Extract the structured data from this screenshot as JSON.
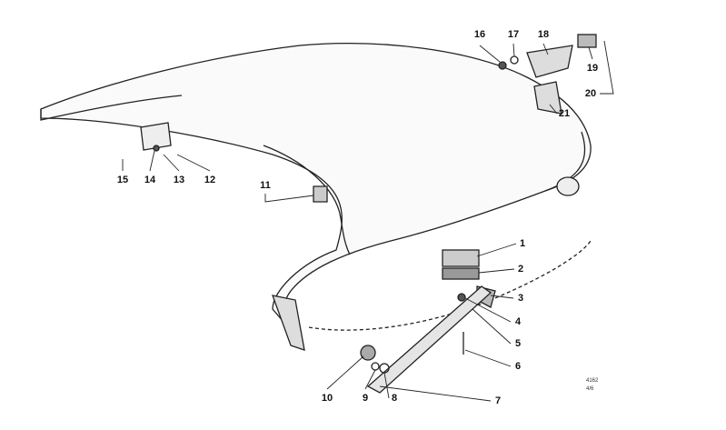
{
  "diagram": {
    "labels": {
      "p1": "1",
      "p2": "2",
      "p3": "3",
      "p4": "4",
      "p5": "5",
      "p6": "6",
      "p7": "7",
      "p8": "8",
      "p9": "9",
      "p10": "10",
      "p11": "11",
      "p12": "12",
      "p13": "13",
      "p14": "14",
      "p15": "15",
      "p16": "16",
      "p17": "17",
      "p18": "18",
      "p19": "19",
      "p20": "20",
      "p21": "21"
    },
    "code_line1": "4162",
    "code_line2": "4/6"
  }
}
